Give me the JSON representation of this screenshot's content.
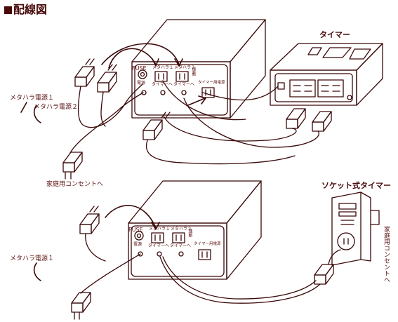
{
  "title": "配線図",
  "top_diagram": {
    "timer_label": "タイマー",
    "power1_label": "メタハラ電源１",
    "power2_label": "メタハラ電源２",
    "outlet_label": "家庭用コンセントへ",
    "panel": {
      "fuse": "FUSE",
      "power": "電源",
      "metahara1": "メタハラ１",
      "metahara2": "メタハラ２",
      "to_timer1": "タイマーへ",
      "to_timer2": "タイマーへ",
      "timer_power": "タイマー用電源",
      "interlock": "連動"
    }
  },
  "bottom_diagram": {
    "socket_timer_label": "ソケット式タイマー",
    "power1_label": "メタハラ電源１",
    "outlet_label_vertical": "家庭用コンセントへ",
    "panel": {
      "fuse": "FUSE",
      "power": "電源",
      "metahara1": "メタハラ１",
      "metahara2": "メタハラ２",
      "to_timer1": "タイマーへ",
      "to_timer2": "タイマーへ",
      "timer_power": "タイマー用電源",
      "interlock": "連動"
    }
  }
}
